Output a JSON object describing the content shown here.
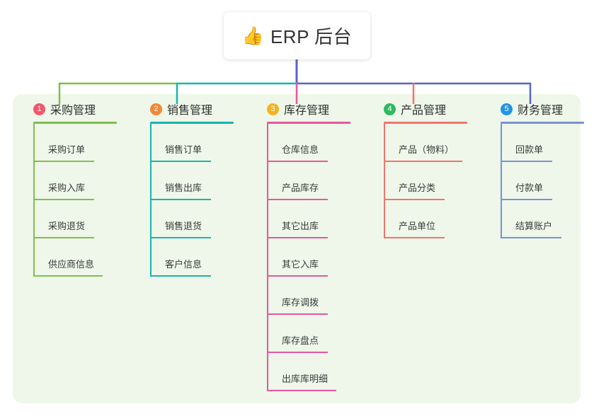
{
  "root": {
    "icon": "thumbs-up-icon",
    "icon_glyph": "👍",
    "title": "ERP 后台",
    "stem_color": "#5566c9"
  },
  "panel": {
    "background": "#eef7e9"
  },
  "bus": {
    "segments": [
      {
        "name": "bus-segment-left",
        "color": "#7fbe4e"
      },
      {
        "name": "bus-segment-mid",
        "color": "#19b5ac"
      },
      {
        "name": "bus-segment-right",
        "color": "#5566c9"
      }
    ]
  },
  "columns": [
    {
      "index": "1",
      "title": "采购管理",
      "badge_color": "#f4566b",
      "line_color": "#7fbe4e",
      "drop_color": "#7fbe4e",
      "header_rule_width": 118,
      "items": [
        {
          "label": "采购订单",
          "rule_width": 85
        },
        {
          "label": "采购入库",
          "rule_width": 85
        },
        {
          "label": "采购退货",
          "rule_width": 85
        },
        {
          "label": "供应商信息",
          "rule_width": 97
        }
      ]
    },
    {
      "index": "2",
      "title": "销售管理",
      "badge_color": "#f58634",
      "line_color": "#19b5ac",
      "drop_color": "#19b5ac",
      "header_rule_width": 118,
      "items": [
        {
          "label": "销售订单",
          "rule_width": 85
        },
        {
          "label": "销售出库",
          "rule_width": 85
        },
        {
          "label": "销售退货",
          "rule_width": 85
        },
        {
          "label": "客户信息",
          "rule_width": 85
        }
      ]
    },
    {
      "index": "3",
      "title": "库存管理",
      "badge_color": "#f5b223",
      "line_color": "#e8569f",
      "drop_color": "#e8569f",
      "header_rule_width": 118,
      "items": [
        {
          "label": "仓库信息",
          "rule_width": 85
        },
        {
          "label": "产品库存",
          "rule_width": 85
        },
        {
          "label": "其它出库",
          "rule_width": 85
        },
        {
          "label": "其它入库",
          "rule_width": 85
        },
        {
          "label": "库存调拨",
          "rule_width": 85
        },
        {
          "label": "库存盘点",
          "rule_width": 85
        },
        {
          "label": "出库库明细",
          "rule_width": 97
        }
      ]
    },
    {
      "index": "4",
      "title": "产品管理",
      "badge_color": "#2eba60",
      "line_color": "#f4736d",
      "drop_color": "#f4736d",
      "header_rule_width": 118,
      "items": [
        {
          "label": "产品（物料）",
          "rule_width": 110
        },
        {
          "label": "产品分类",
          "rule_width": 85
        },
        {
          "label": "产品单位",
          "rule_width": 85
        }
      ]
    },
    {
      "index": "5",
      "title": "财务管理",
      "badge_color": "#2196e3",
      "line_color": "#7a92d6",
      "drop_color": "#5566c9",
      "header_rule_width": 118,
      "items": [
        {
          "label": "回款单",
          "rule_width": 72
        },
        {
          "label": "付款单",
          "rule_width": 72
        },
        {
          "label": "结算账户",
          "rule_width": 85
        }
      ]
    }
  ]
}
